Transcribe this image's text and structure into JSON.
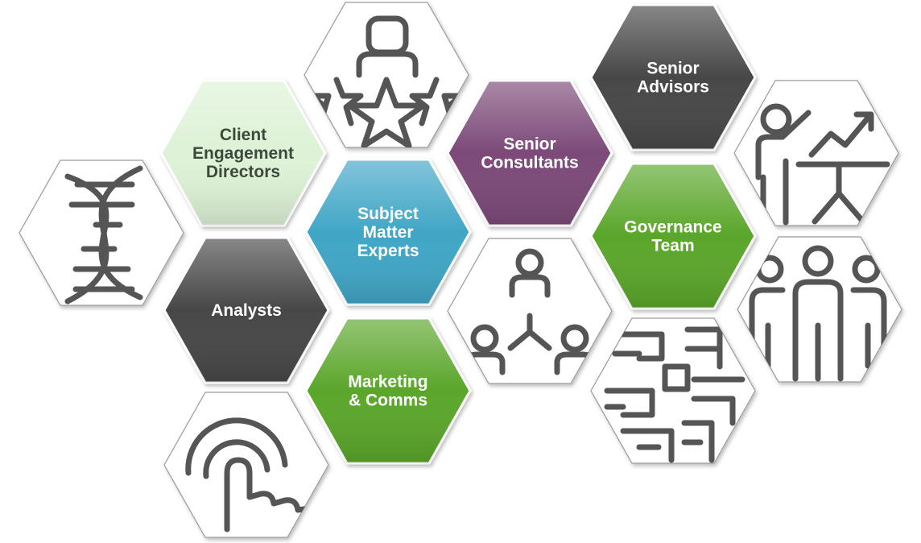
{
  "diagram": {
    "colors": {
      "light_green": "#ddf2d6",
      "cyan": "#3fa6c6",
      "purple": "#7c4a78",
      "dark_gray": "#464646",
      "green": "#5aa62b",
      "icon_tile": "#ffffff",
      "icon_stroke": "#555555"
    },
    "role_tiles": [
      {
        "id": "client-engagement",
        "lines": [
          "Client",
          "Engagement",
          "Directors"
        ],
        "color": "light_green",
        "text_color": "dark"
      },
      {
        "id": "subject-matter",
        "lines": [
          "Subject",
          "Matter",
          "Experts"
        ],
        "color": "cyan",
        "text_color": "light"
      },
      {
        "id": "senior-consultants",
        "lines": [
          "Senior",
          "Consultants"
        ],
        "color": "purple",
        "text_color": "light"
      },
      {
        "id": "senior-advisors",
        "lines": [
          "Senior",
          "Advisors"
        ],
        "color": "dark_gray",
        "text_color": "light"
      },
      {
        "id": "governance-team",
        "lines": [
          "Governance",
          "Team"
        ],
        "color": "green",
        "text_color": "light"
      },
      {
        "id": "analysts",
        "lines": [
          "Analysts"
        ],
        "color": "dark_gray",
        "text_color": "light"
      },
      {
        "id": "marketing-comms",
        "lines": [
          "Marketing",
          "& Comms"
        ],
        "color": "green",
        "text_color": "light"
      }
    ],
    "icon_tiles": [
      {
        "id": "dna",
        "icon": "dna-icon"
      },
      {
        "id": "star-people",
        "icon": "person-stars-icon"
      },
      {
        "id": "presenter",
        "icon": "presenter-growth-icon"
      },
      {
        "id": "network",
        "icon": "people-network-icon"
      },
      {
        "id": "group",
        "icon": "people-group-icon"
      },
      {
        "id": "hands",
        "icon": "stacked-hands-icon"
      },
      {
        "id": "tap",
        "icon": "touch-tap-icon"
      }
    ]
  }
}
